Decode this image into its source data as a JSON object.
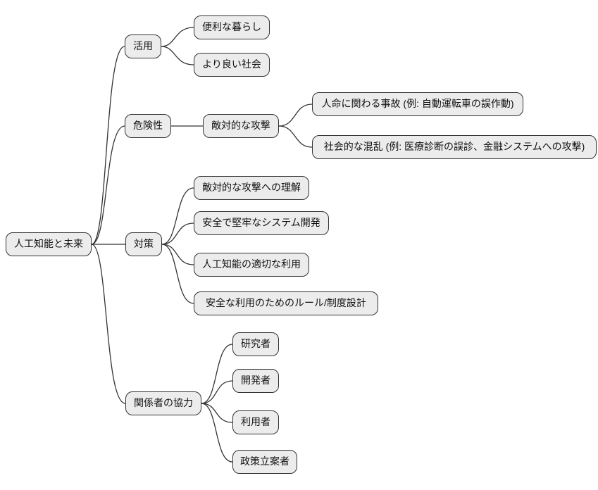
{
  "diagram": {
    "type": "mindmap",
    "colors": {
      "background": "#ffffff",
      "node_fill": "#ececec",
      "node_border": "#333333",
      "edge_line": "#333333",
      "text": "#111111"
    },
    "root": {
      "label": "人工知能と未来"
    },
    "branches": [
      {
        "label": "活用",
        "children": [
          {
            "label": "便利な暮らし"
          },
          {
            "label": "より良い社会"
          }
        ]
      },
      {
        "label": "危険性",
        "children": [
          {
            "label": "敵対的な攻撃",
            "children": [
              {
                "label": "人命に関わる事故 (例: 自動運転車の誤作動)"
              },
              {
                "label": "社会的な混乱 (例: 医療診断の誤診、金融システムへの攻撃)"
              }
            ]
          }
        ]
      },
      {
        "label": "対策",
        "children": [
          {
            "label": "敵対的な攻撃への理解"
          },
          {
            "label": "安全で堅牢なシステム開発"
          },
          {
            "label": "人工知能の適切な利用"
          },
          {
            "label": "安全な利用のためのルール/制度設計"
          }
        ]
      },
      {
        "label": "関係者の協力",
        "children": [
          {
            "label": "研究者"
          },
          {
            "label": "開発者"
          },
          {
            "label": "利用者"
          },
          {
            "label": "政策立案者"
          }
        ]
      }
    ]
  }
}
